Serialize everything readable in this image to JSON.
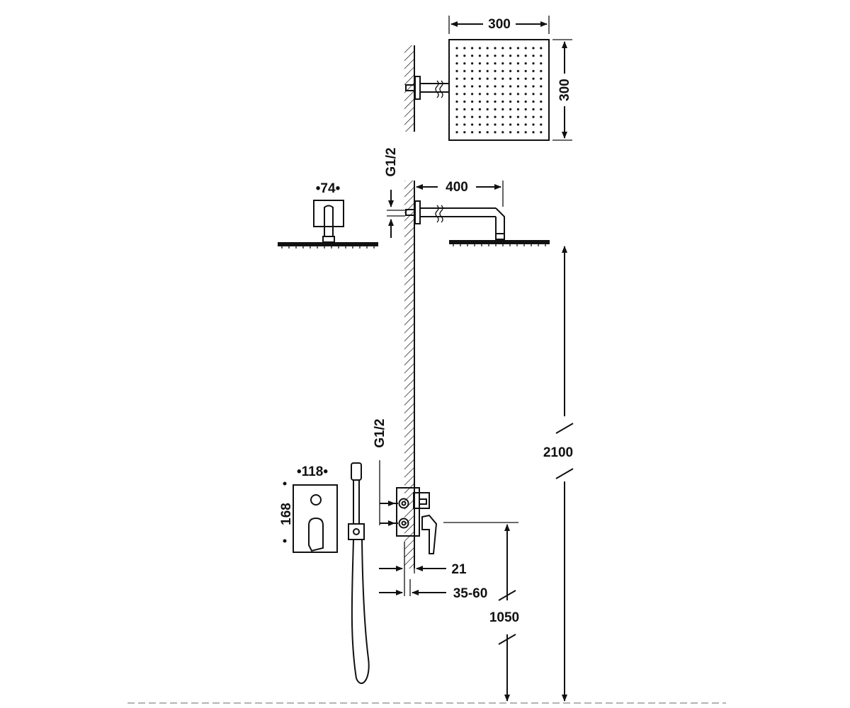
{
  "dimensions": {
    "head_width": "300",
    "head_height": "300",
    "arm_length": "400",
    "head_connection": "G1/2",
    "flange_width": "•74•",
    "plate_width": "•118•",
    "plate_height": "168",
    "valve_connection": "G1/2",
    "plate_depth": "21",
    "embed_depth": "35-60",
    "total_height": "2100",
    "valve_height": "1050"
  }
}
